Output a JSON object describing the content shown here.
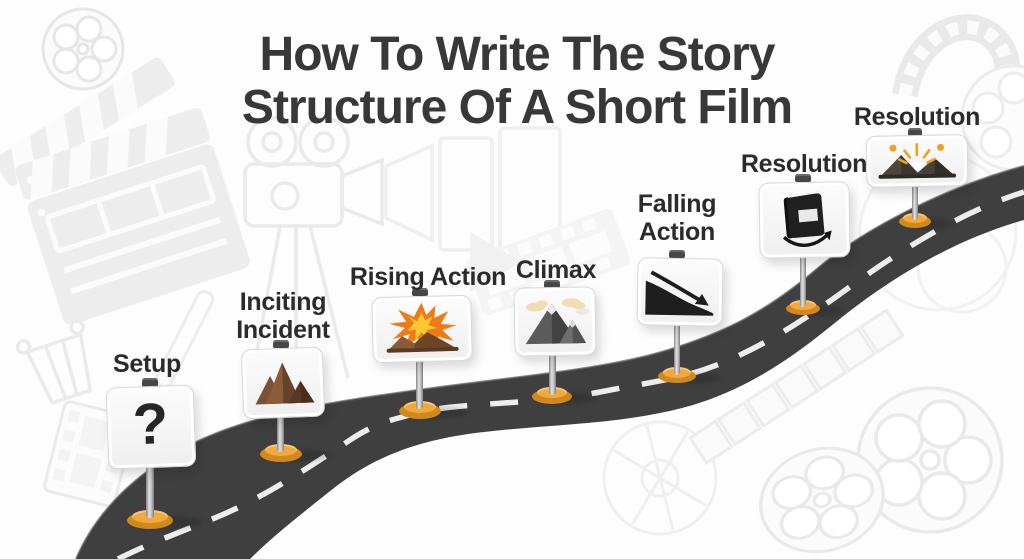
{
  "page": {
    "background_color": "#fdfdfd"
  },
  "title": {
    "line1": "How To Write The Story",
    "line2": "Structure Of A Short Film",
    "text_color": "#383838"
  },
  "stages": [
    {
      "label": "Setup",
      "icon": "question-mark-icon",
      "glyph": "?"
    },
    {
      "label": "Inciting\nIncident",
      "icon": "brown-mountains-icon"
    },
    {
      "label": "Rising Action",
      "icon": "exploding-mountain-icon"
    },
    {
      "label": "Climax",
      "icon": "mountain-peak-with-clouds-icon"
    },
    {
      "label": "Falling\nAction",
      "icon": "downhill-arrow-icon"
    },
    {
      "label": "Resolution",
      "icon": "closed-book-icon"
    },
    {
      "label": "Resolution",
      "icon": "sunrise-over-mountains-icon"
    }
  ],
  "road": {
    "surface_color": "#3f3f3f",
    "center_dash_color": "#ededed",
    "signpost_base_color": "#f2a93c",
    "signpost_base_rim_color": "#d1881c",
    "post_color": "#a8a8a8"
  },
  "background_doodles": [
    "film-reel-icon",
    "clapperboard-icon",
    "movie-camera-icon",
    "projection-screen-icon",
    "film-strip-icon",
    "curled-film-strip-icon",
    "popcorn-bucket-icon",
    "pencil-icon",
    "film-reels-icon"
  ]
}
